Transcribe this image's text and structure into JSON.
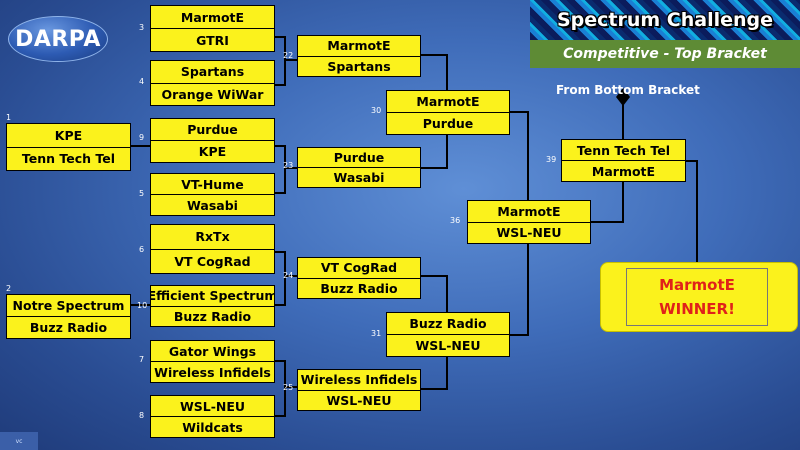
{
  "header": {
    "logo_text": "DARPA",
    "title": "Spectrum Challenge",
    "subtitle": "Competitive - Top Bracket",
    "from_bottom": "From Bottom Bracket",
    "corner_tag": "vc"
  },
  "seeds": {
    "s1": {
      "num": "1",
      "team_a": "KPE",
      "team_b": "Tenn Tech Tel"
    },
    "s2": {
      "num": "2",
      "team_a": "Notre Spectrum",
      "team_b": "Buzz Radio"
    }
  },
  "round1": {
    "m3": {
      "num": "3",
      "team_a": "MarmotE",
      "team_b": "GTRI"
    },
    "m4": {
      "num": "4",
      "team_a": "Spartans",
      "team_b": "Orange WiWar"
    },
    "m9": {
      "num": "9",
      "team_a": "Purdue",
      "team_b": "KPE"
    },
    "m5": {
      "num": "5",
      "team_a": "VT-Hume",
      "team_b": "Wasabi"
    },
    "m6": {
      "num": "6",
      "team_a": "RxTx",
      "team_b": "VT CogRad"
    },
    "m10": {
      "num": "10",
      "team_a": "Efficient Spectrum",
      "team_b": "Buzz Radio"
    },
    "m7": {
      "num": "7",
      "team_a": "Gator Wings",
      "team_b": "Wireless Infidels"
    },
    "m8": {
      "num": "8",
      "team_a": "WSL-NEU",
      "team_b": "Wildcats"
    }
  },
  "round2": {
    "m22": {
      "num": "22",
      "team_a": "MarmotE",
      "team_b": "Spartans"
    },
    "m23": {
      "num": "23",
      "team_a": "Purdue",
      "team_b": "Wasabi"
    },
    "m24": {
      "num": "24",
      "team_a": "VT CogRad",
      "team_b": "Buzz Radio"
    },
    "m25": {
      "num": "25",
      "team_a": "Wireless Infidels",
      "team_b": "WSL-NEU"
    }
  },
  "round3": {
    "m30": {
      "num": "30",
      "team_a": "MarmotE",
      "team_b": "Purdue"
    },
    "m31": {
      "num": "31",
      "team_a": "Buzz Radio",
      "team_b": "WSL-NEU"
    }
  },
  "round4": {
    "m36": {
      "num": "36",
      "team_a": "MarmotE",
      "team_b": "WSL-NEU"
    }
  },
  "final": {
    "m39": {
      "num": "39",
      "team_a": "Tenn Tech Tel",
      "team_b": "MarmotE"
    }
  },
  "winner": {
    "name": "MarmotE",
    "label": "WINNER!"
  },
  "colors": {
    "slot": "#fbf21c",
    "winner_text": "#e0221a",
    "subtitle_bg": "#5e8b35"
  }
}
